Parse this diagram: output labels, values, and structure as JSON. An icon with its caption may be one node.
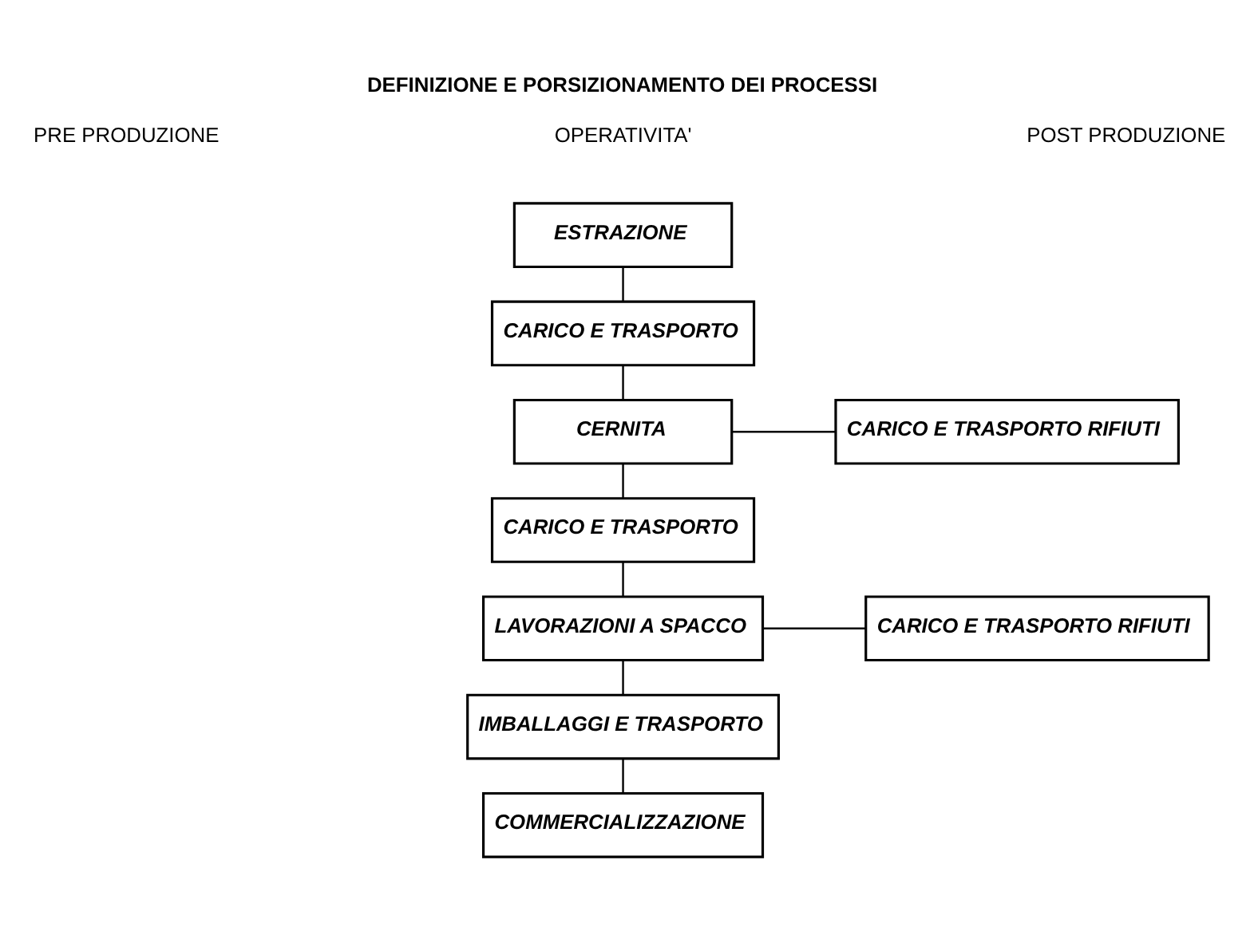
{
  "diagram": {
    "title": "DEFINIZIONE E PORSIZIONAMENTO DEI PROCESSI",
    "nodes": [
      {
        "text": [
          "ESTRAZIONE"
        ]
      },
      {
        "text": [
          "CARICO E TRASPORTO"
        ]
      },
      {
        "text": [
          "CERNITA"
        ]
      },
      {
        "text": [
          "CARICO E TRASPORTO RIFIUTI"
        ]
      },
      {
        "text": [
          "CARICO E TRASPORTO"
        ]
      },
      {
        "text": [
          "LAVORAZIONI A SPACCO"
        ]
      },
      {
        "text": [
          "CARICO E TRASPORTO RIFIUTI"
        ]
      },
      {
        "text": [
          "IMBALLAGGI E TRASPORTO"
        ]
      },
      {
        "text": [
          "COMMERCIALIZZAZIONE"
        ]
      }
    ],
    "edges": [
      {
        "from": 0,
        "to": 1,
        "arrow": "none"
      },
      {
        "from": 1,
        "to": 2,
        "arrow": "none"
      },
      {
        "from": 2,
        "to": 3,
        "arrow": "none"
      },
      {
        "from": 2,
        "to": 4,
        "arrow": "none"
      },
      {
        "from": 4,
        "to": 5,
        "arrow": "none"
      },
      {
        "from": 5,
        "to": 6,
        "arrow": "none"
      },
      {
        "from": 5,
        "to": 7,
        "arrow": "none"
      },
      {
        "from": 7,
        "to": 8,
        "arrow": "none"
      }
    ],
    "labels": [
      "PRE PRODUZIONE",
      "OPERATIVITA'",
      "POST PRODUZIONE"
    ]
  }
}
